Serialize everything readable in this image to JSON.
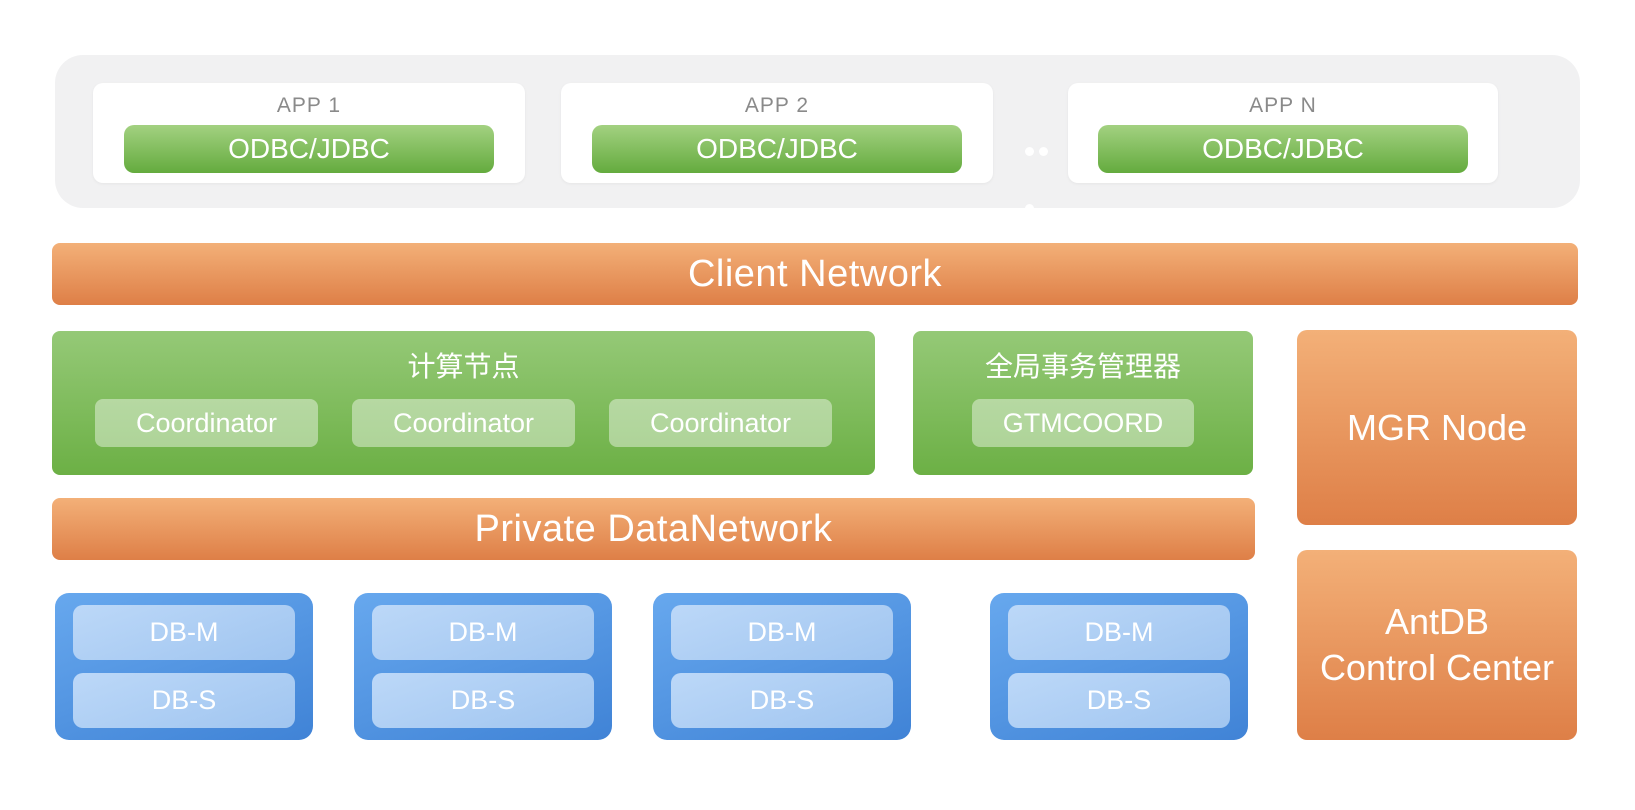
{
  "palette": {
    "background": "#ffffff",
    "container_gray": "#f1f1f2",
    "app_label_gray": "#8a8a8a",
    "green_gradient_top": "#95c977",
    "green_gradient_bottom": "#6cb045",
    "green_button_top": "#a3d181",
    "green_button_bottom": "#64ab3e",
    "orange_gradient_top": "#f3b078",
    "orange_gradient_bottom": "#de7f47",
    "blue_gradient_top": "#67a8ee",
    "blue_gradient_bottom": "#4083d6",
    "blue_chip_top": "#bcd8f8",
    "blue_chip_bottom": "#a0c5f0",
    "text_on_color": "#ffffff"
  },
  "app_layer": {
    "apps": [
      {
        "label": "APP 1",
        "connector": "ODBC/JDBC"
      },
      {
        "label": "APP 2",
        "connector": "ODBC/JDBC"
      },
      {
        "label": "APP N",
        "connector": "ODBC/JDBC"
      }
    ]
  },
  "client_network": {
    "label": "Client Network"
  },
  "compute": {
    "title": "计算节点",
    "nodes": [
      "Coordinator",
      "Coordinator",
      "Coordinator"
    ]
  },
  "gtm": {
    "title": "全局事务管理器",
    "node": "GTMCOORD"
  },
  "mgr": {
    "label": "MGR Node"
  },
  "private_network": {
    "label": "Private DataNetwork"
  },
  "storage": {
    "shards": [
      {
        "master": "DB-M",
        "slave": "DB-S"
      },
      {
        "master": "DB-M",
        "slave": "DB-S"
      },
      {
        "master": "DB-M",
        "slave": "DB-S"
      },
      {
        "master": "DB-M",
        "slave": "DB-S"
      }
    ]
  },
  "control_center": {
    "line1": "AntDB",
    "line2": "Control Center"
  }
}
